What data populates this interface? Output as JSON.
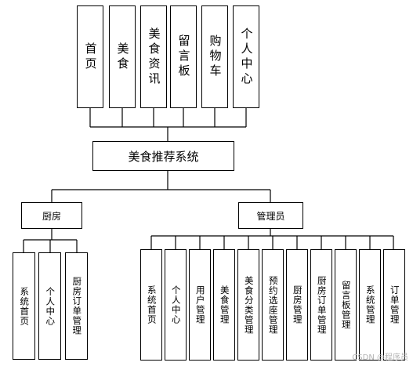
{
  "root": {
    "label": "美食推荐系统"
  },
  "top_modules": [
    {
      "label": "首页"
    },
    {
      "label": "美食"
    },
    {
      "label": "美食资讯"
    },
    {
      "label": "留言板"
    },
    {
      "label": "购物车"
    },
    {
      "label": "个人中心"
    }
  ],
  "roles": [
    {
      "label": "厨房",
      "children": [
        {
          "label": "系统首页"
        },
        {
          "label": "个人中心"
        },
        {
          "label": "厨房订单管理"
        }
      ]
    },
    {
      "label": "管理员",
      "children": [
        {
          "label": "系统首页"
        },
        {
          "label": "个人中心"
        },
        {
          "label": "用户管理"
        },
        {
          "label": "美食管理"
        },
        {
          "label": "美食分类管理"
        },
        {
          "label": "预约选座管理"
        },
        {
          "label": "厨房管理"
        },
        {
          "label": "厨房订单管理"
        },
        {
          "label": "留言板管理"
        },
        {
          "label": "系统管理"
        },
        {
          "label": "订单管理"
        }
      ]
    }
  ],
  "watermark": "CSDN @程序员"
}
